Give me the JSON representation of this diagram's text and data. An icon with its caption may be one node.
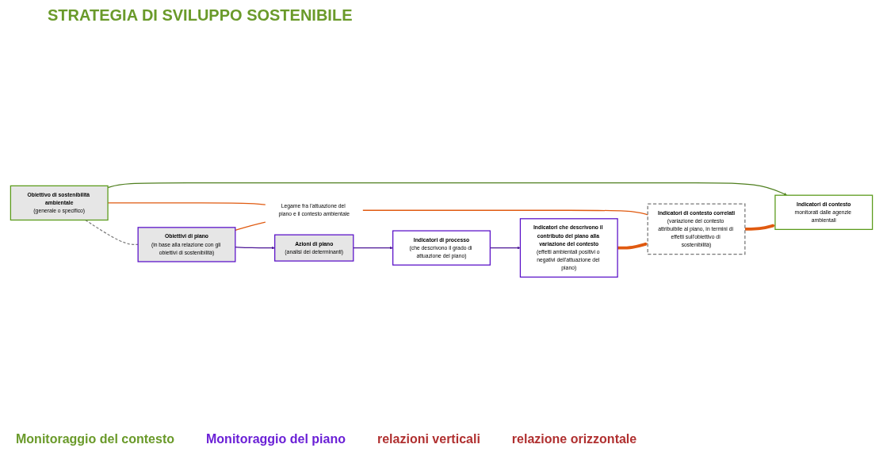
{
  "diagram": {
    "title": "STRATEGIA DI SVILUPPO SOSTENIBILE",
    "nodes": [
      {
        "text": [
          "Obiettivo di sostenibilità ambientale",
          "(generale o specifico)"
        ]
      },
      {
        "text": [
          "Indicatori di contesto",
          "monitorati dalle agenzie ambientali"
        ]
      },
      {
        "text": [
          "Indicatori di contesto correlati",
          "(variazione del contesto attribuibile al piano, in termini di effetti sull'obiettivo di sostenibilità)"
        ]
      },
      {
        "text": [
          "Legame fra l'attuazione del piano e il contesto ambientale"
        ]
      },
      {
        "text": [
          "Obiettivi di piano",
          "(in base alla relazione con gli obiettivi di sostenibilità)"
        ]
      },
      {
        "text": [
          "Azioni di piano",
          "(analisi dei determinanti)"
        ]
      },
      {
        "text": [
          "Indicatori di processo",
          "(che descrivono il grado di attuazione del piano)"
        ]
      },
      {
        "text": [
          "Indicatori che descrivono il contributo del piano alla variazione del contesto",
          "(effetti ambientali positivi o negativi dell'attuazione del piano)"
        ]
      }
    ],
    "edges": [
      {
        "from": 0,
        "to": 1,
        "arrow": "to",
        "color": "#4f7f1f"
      },
      {
        "from": 0,
        "to": 4,
        "arrow": "none",
        "style": "dashed",
        "color": "#808080"
      },
      {
        "from": 0,
        "to": 3,
        "arrow": "none"
      },
      {
        "from": 4,
        "to": 3,
        "arrow": "none"
      },
      {
        "from": 3,
        "to": 2,
        "arrow": "none"
      },
      {
        "from": 2,
        "to": 1,
        "arrow": "to",
        "style": "thick"
      },
      {
        "from": 7,
        "to": 2,
        "arrow": "to",
        "style": "thick"
      },
      {
        "from": 4,
        "to": 5,
        "arrow": "to",
        "color": "#4b1596"
      },
      {
        "from": 5,
        "to": 6,
        "arrow": "to",
        "color": "#4b1596"
      },
      {
        "from": 6,
        "to": 7,
        "arrow": "to",
        "color": "#4b1596"
      }
    ],
    "labels": [
      "Monitoraggio del contesto",
      "Monitoraggio del piano",
      "relazioni verticali",
      "relazione orizzontale"
    ]
  }
}
